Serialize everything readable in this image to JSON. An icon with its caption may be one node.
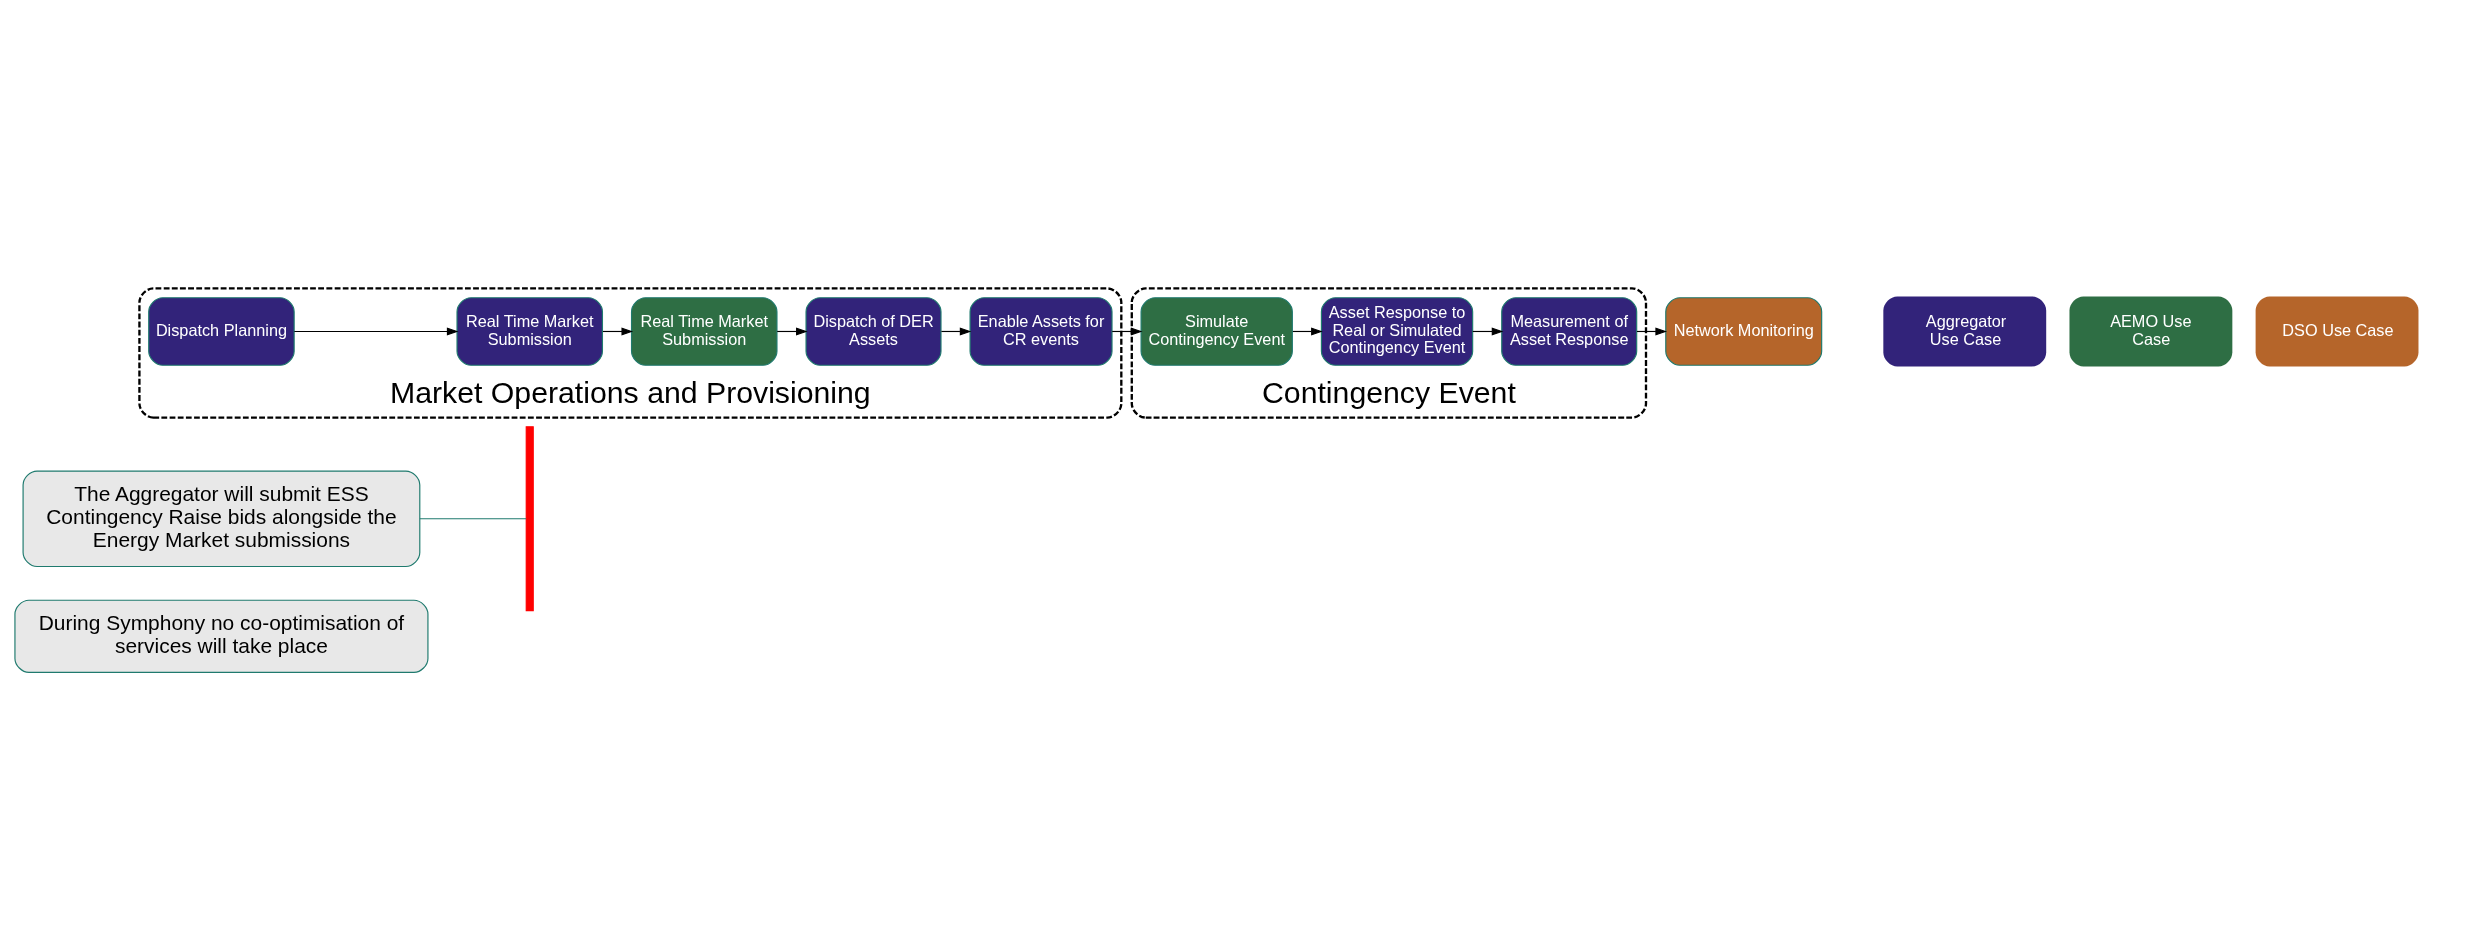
{
  "diagram": {
    "nodes": [
      {
        "text": [
          "During Symphony no co-optimisation of services will take place"
        ]
      },
      {
        "text": [
          "The Aggregator will submit ESS Contingency Raise bids alongside the Energy Market submissions"
        ]
      },
      {
        "text": [],
        "shape": "bar"
      },
      {
        "text": [
          "Market Operations and Provisioning"
        ]
      },
      {
        "text": [
          "Dispatch Planning"
        ],
        "in": 3
      },
      {
        "text": [
          "Real Time Market Submission"
        ],
        "in": 3
      },
      {
        "text": [
          "Real Time Market Submission"
        ],
        "in": 3
      },
      {
        "text": [
          "Dispatch of DER Assets"
        ],
        "in": 3
      },
      {
        "text": [
          "Enable Assets for CR events"
        ],
        "in": 3
      },
      {
        "text": [
          "Contingency Event"
        ]
      },
      {
        "text": [
          "Simulate Contingency Event"
        ],
        "in": 9
      },
      {
        "text": [
          "Asset Response to Real or Simulated Contingency Event"
        ],
        "in": 9
      },
      {
        "text": [
          "Measurement of Asset Response"
        ],
        "in": 9
      },
      {
        "text": [
          "Network Monitoring"
        ]
      }
    ],
    "edges": [
      {
        "from": 1,
        "to": 2,
        "arrow": "none",
        "color": "#1f7a6e"
      },
      {
        "from": 4,
        "to": 5,
        "arrow": "to"
      },
      {
        "from": 5,
        "to": 6,
        "arrow": "to"
      },
      {
        "from": 6,
        "to": 7,
        "arrow": "to"
      },
      {
        "from": 7,
        "to": 8,
        "arrow": "to"
      },
      {
        "from": 8,
        "to": 10,
        "arrow": "to"
      },
      {
        "from": 10,
        "to": 11,
        "arrow": "to"
      },
      {
        "from": 11,
        "to": 12,
        "arrow": "to"
      },
      {
        "from": 12,
        "to": 13,
        "arrow": "to"
      }
    ],
    "legend": [
      {
        "text": "Aggregator Use Case",
        "color": "#32237a"
      },
      {
        "text": "AEMO Use Case",
        "color": "#2e6e44"
      },
      {
        "text": "DSO Use Case",
        "color": "#b5652a"
      }
    ]
  }
}
